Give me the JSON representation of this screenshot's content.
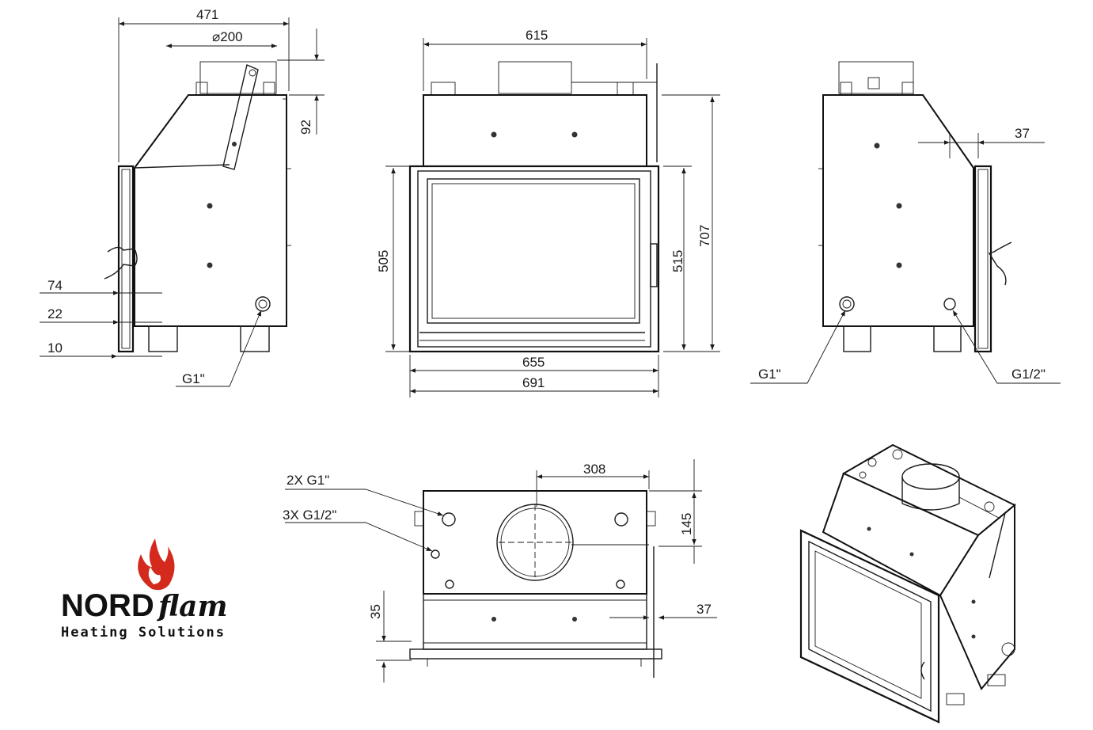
{
  "side_view_left": {
    "width_dim": "471",
    "flue_diameter": "⌀200",
    "flue_height": "92",
    "dim_74": "74",
    "dim_22": "22",
    "dim_10": "10",
    "connection": "G1\""
  },
  "front_view": {
    "top_width": "615",
    "opening_height": "505",
    "door_height": "515",
    "total_height": "707",
    "inner_width": "655",
    "outer_width": "691"
  },
  "side_view_right": {
    "offset": "37",
    "connection_left": "G1\"",
    "connection_right": "G1/2\""
  },
  "top_view": {
    "flue_offset": "308",
    "flue_depth": "145",
    "label_g1": "2X G1\"",
    "label_g12": "3X G1/2\"",
    "dim_35": "35",
    "dim_37": "37"
  },
  "brand": {
    "name_bold": "NORD",
    "name_script": "flam",
    "tagline": "Heating Solutions",
    "flame_color": "#d42a1e"
  }
}
